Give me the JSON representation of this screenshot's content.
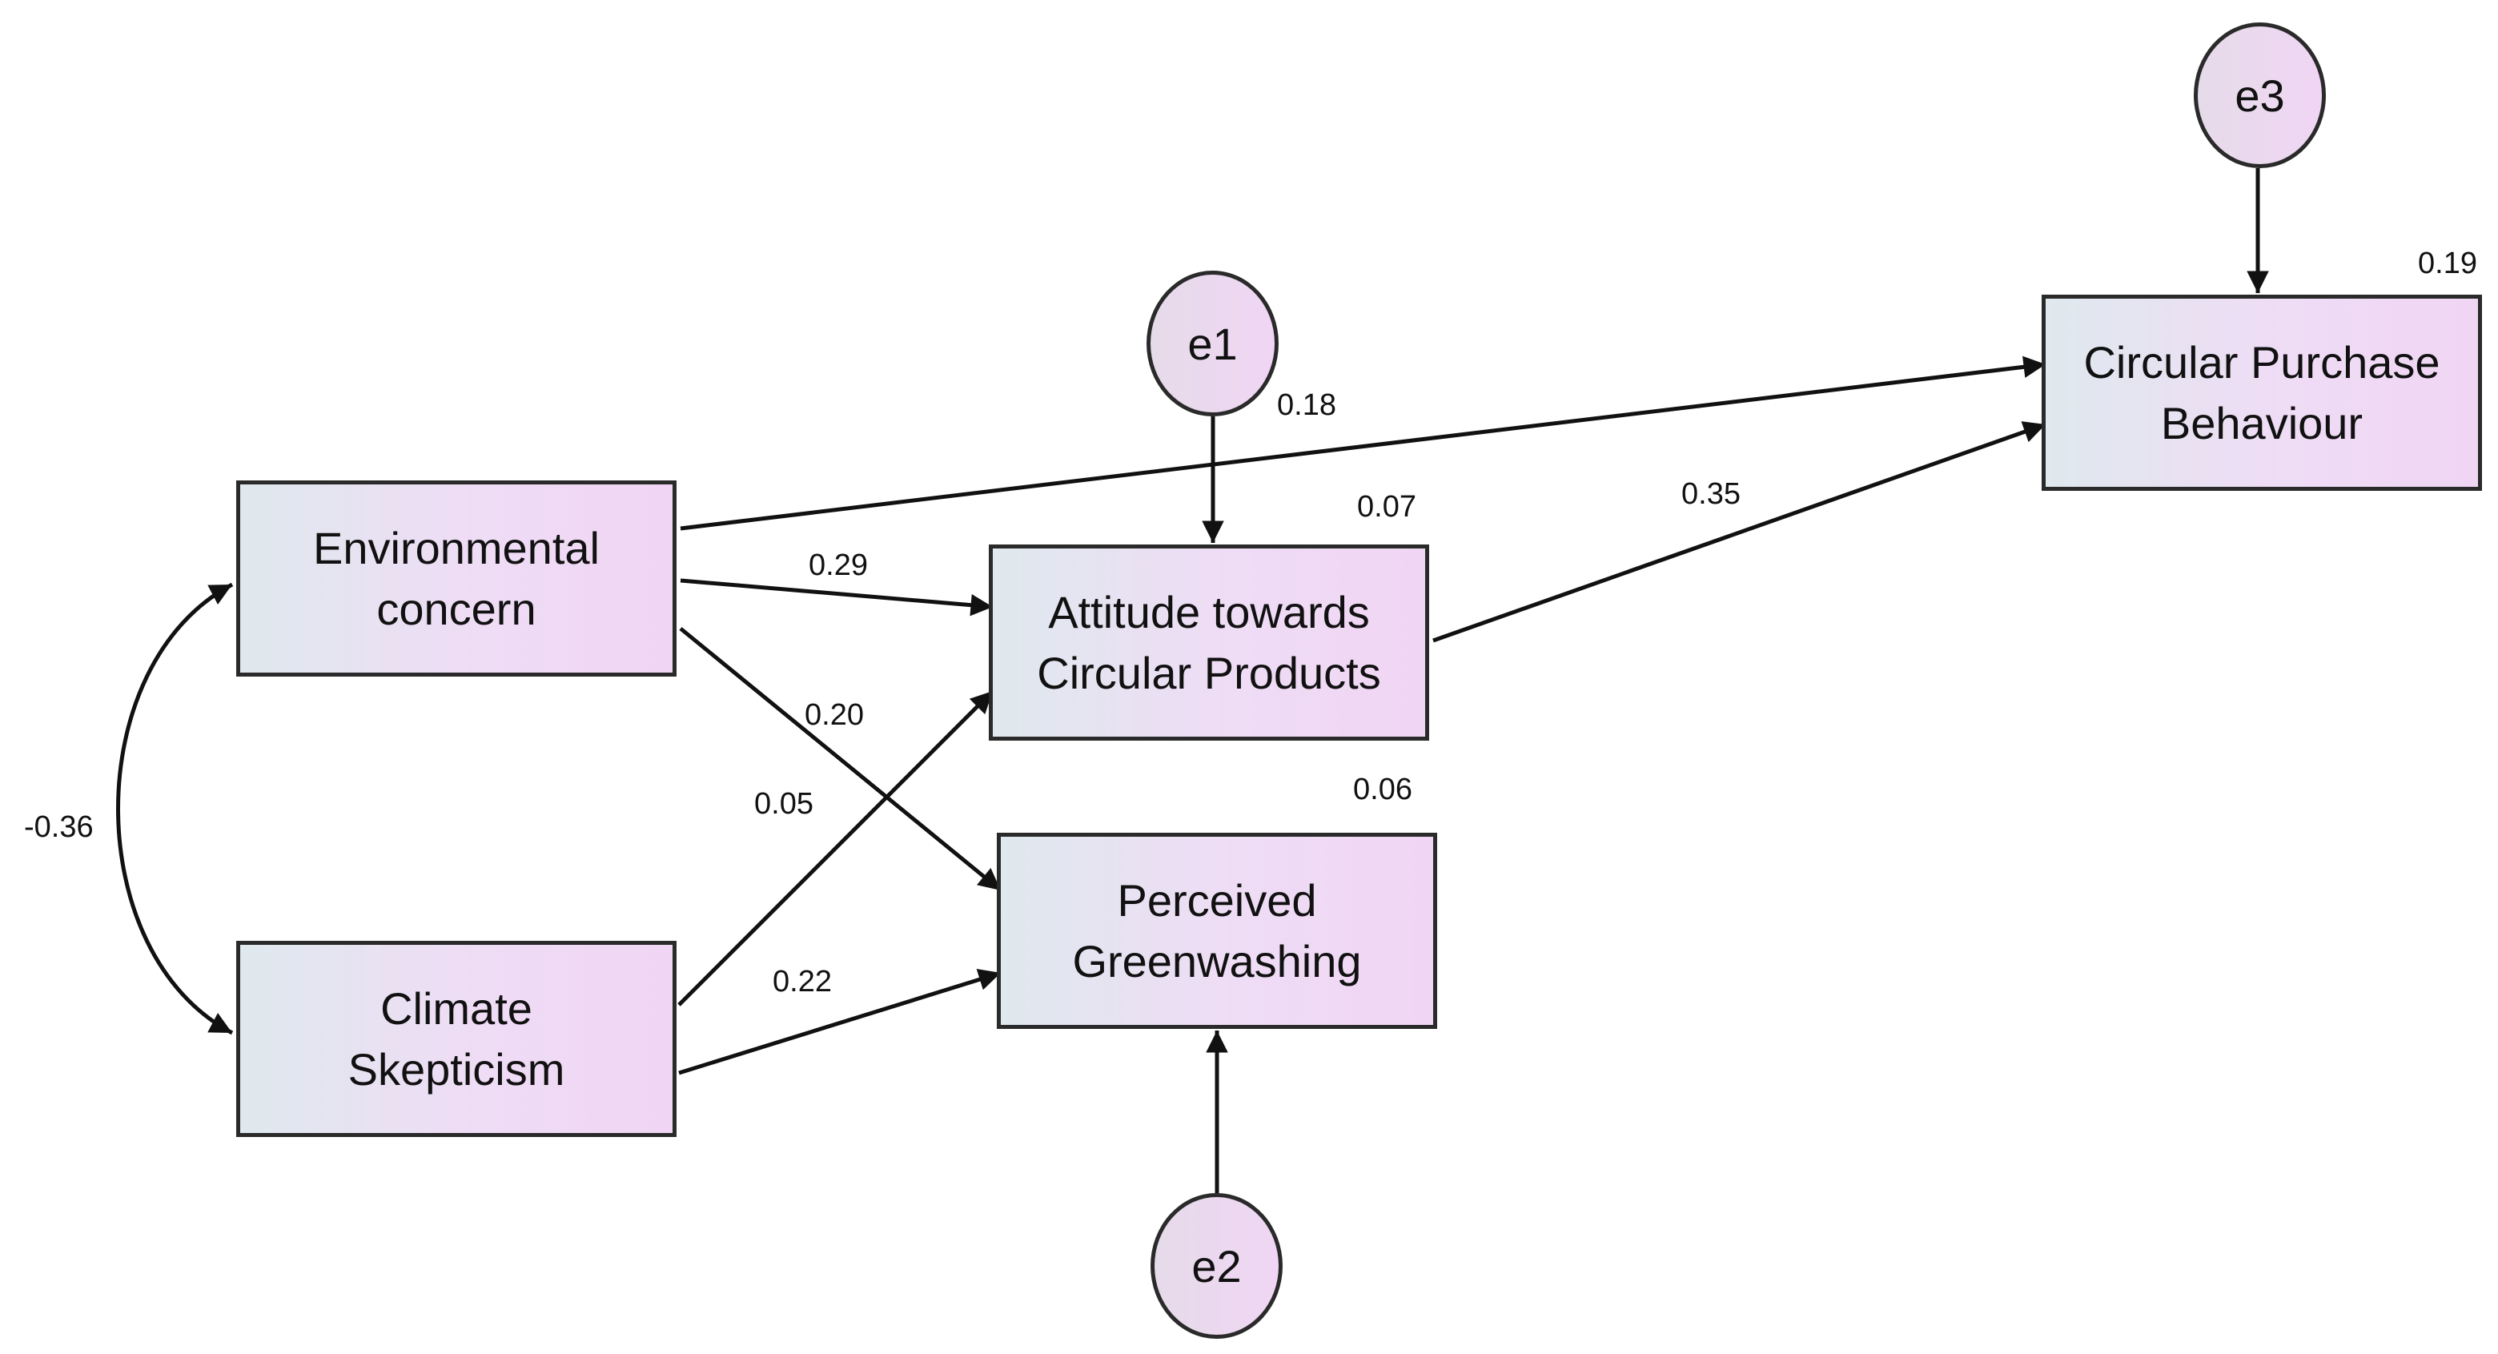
{
  "nodes": {
    "environmental_concern": "Environmental\nconcern",
    "climate_skepticism": "Climate\nSkepticism",
    "attitude": "Attitude towards\nCircular Products",
    "greenwashing": "Perceived\nGreenwashing",
    "purchase": "Circular Purchase\nBehaviour",
    "e1": "e1",
    "e2": "e2",
    "e3": "e3"
  },
  "paths": {
    "ec_cpb": "0.18",
    "ec_att": "0.29",
    "ec_pg": "0.20",
    "cs_att": "0.05",
    "cs_pg": "0.22",
    "att_cpb": "0.35",
    "ec_cs_covariance": "-0.36"
  },
  "r_squared": {
    "attitude": "0.07",
    "greenwashing": "0.06",
    "purchase": "0.19"
  },
  "colors": {
    "box_fill_left": "#dfe9ee",
    "box_fill_right": "#f0d6f4",
    "stroke": "#111111"
  }
}
